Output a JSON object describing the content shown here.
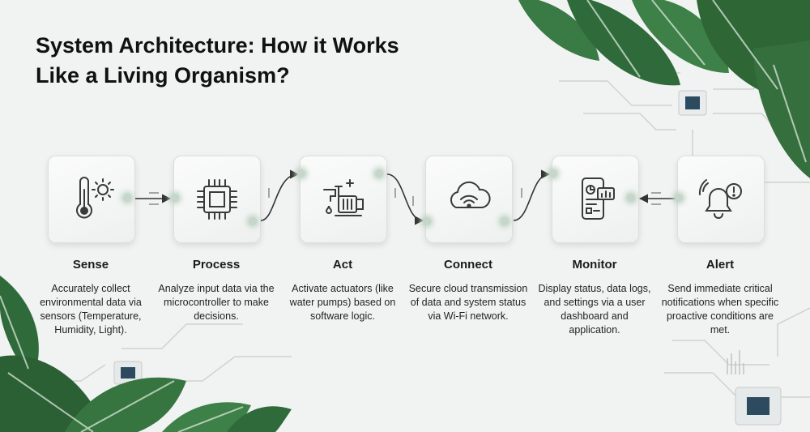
{
  "title": {
    "line1": "System Architecture: How it Works",
    "line2": "Like a Living Organism?"
  },
  "steps": [
    {
      "title": "Sense",
      "description": "Accurately collect environmental data via sensors (Temperature, Humidity, Light).",
      "icon": "thermometer-sun-icon"
    },
    {
      "title": "Process",
      "description": "Analyze input data via the microcontroller to make decisions.",
      "icon": "microchip-icon"
    },
    {
      "title": "Act",
      "description": "Activate actuators (like water pumps) based on software logic.",
      "icon": "water-pump-icon"
    },
    {
      "title": "Connect",
      "description": "Secure cloud transmission of data and system status via Wi-Fi network.",
      "icon": "cloud-wifi-icon"
    },
    {
      "title": "Monitor",
      "description": "Display status, data logs, and settings via a user dashboard and application.",
      "icon": "dashboard-phone-icon"
    },
    {
      "title": "Alert",
      "description": "Send immediate critical notifications when specific proactive conditions are met.",
      "icon": "bell-alert-icon"
    }
  ],
  "colors": {
    "background": "#f1f3f3",
    "text": "#111111",
    "icon_stroke": "#3a3a3a",
    "leaf": "#2f6b3a",
    "circuit": "#c9cccc"
  }
}
